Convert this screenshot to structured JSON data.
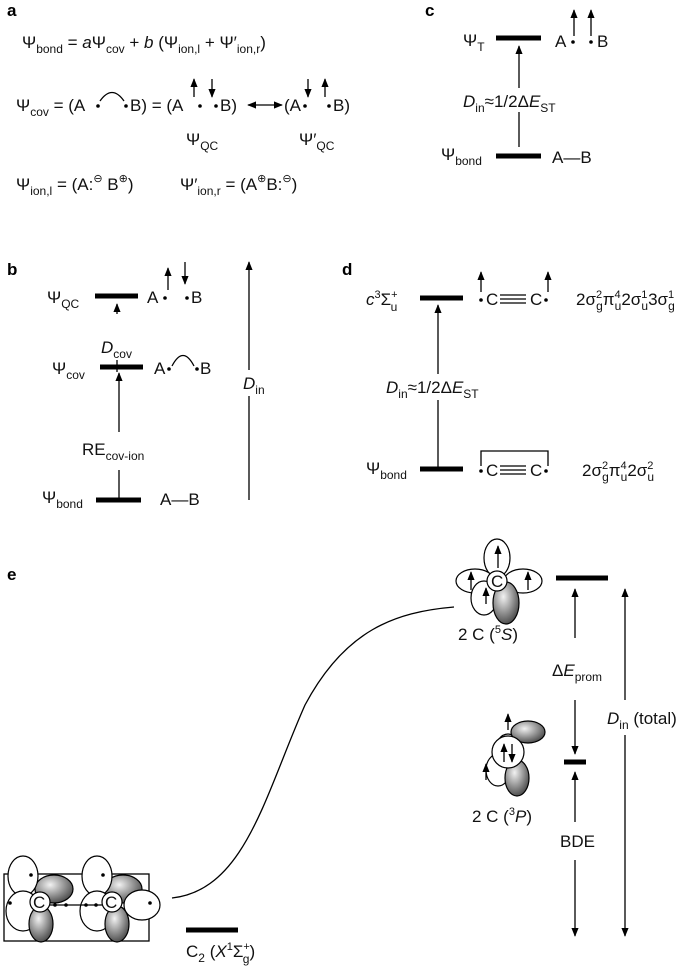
{
  "panels": {
    "a": {
      "label": "a",
      "psi_bond": "Ψbond = aΨcov + b (Ψion,l + Ψ′ion,r)",
      "psi_cov": "Ψcov = (A•⌒•B) = (A•↑ •↓B) ↔ (A•↓ •↑B)",
      "psi_qc": "ΨQC",
      "psi_qc_prime": "Ψ′QC",
      "psi_ion_l": "Ψion,l = (A:⊖ B⊕)",
      "psi_ion_r": "Ψ′ion,r = (A⊕ B:⊖)"
    },
    "b": {
      "label": "b",
      "levels": [
        "ΨQC",
        "Ψcov",
        "Ψbond"
      ],
      "species": [
        "A• •B",
        "A•⌒•B",
        "A—B"
      ],
      "gaps": [
        "Dcov",
        "REcov-ion"
      ],
      "total": "Din"
    },
    "c": {
      "label": "c",
      "levels": [
        "ΨT",
        "Ψbond"
      ],
      "species": [
        "A• •B",
        "A—B"
      ],
      "gap": "Din≈1/2ΔEST"
    },
    "d": {
      "label": "d",
      "levels": [
        "c3Σu+",
        "Ψbond"
      ],
      "species": [
        "•C≡C•",
        "•C≡C•"
      ],
      "configs": [
        "2σg2πu42σu13σg1",
        "2σg2πu42σu2"
      ],
      "gap": "Din≈1/2ΔEST"
    },
    "e": {
      "label": "e",
      "states": [
        "2 C (5S)",
        "2 C (3P)",
        "C2 (X1Σg+)"
      ],
      "gaps": [
        "ΔEprom",
        "BDE",
        "Din (total)"
      ],
      "atom": "C"
    }
  },
  "colors": {
    "ink": "#000000",
    "lobe_shade": "#555555",
    "background": "#ffffff"
  }
}
